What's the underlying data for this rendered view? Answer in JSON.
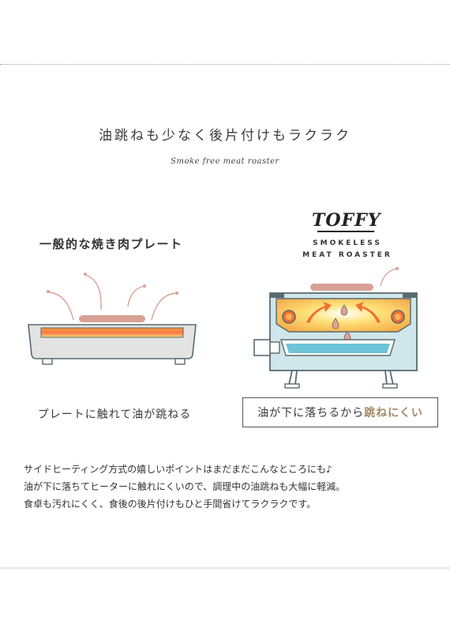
{
  "heading": "油跳ねも少なく後片付けもラクラク",
  "subheading": "Smoke free meat roaster",
  "left_panel": {
    "title": "一般的な焼き肉プレート",
    "caption": "プレートに触れて油が跳ねる"
  },
  "right_panel": {
    "brand_logo": "TOFFY",
    "brand_line1": "SMOKELESS",
    "brand_line2": "MEAT ROASTER",
    "caption_part1": "油が下に落ちるから",
    "caption_highlight": "跳ねにくい"
  },
  "body_lines": [
    "サイドヒーティング方式の嬉しいポイントはまだまだこんなところにも♪",
    "油が下に落ちてヒーターに触れにくいので、調理中の油跳ねも大幅に軽減。",
    "食卓も汚れにくく、食後の後片付けもひと手間省けてラクラクです。"
  ],
  "colors": {
    "meat": "#d9a195",
    "accent_brown": "#a38a68",
    "roaster_body": "#cfe6ea",
    "roaster_outline": "#5a6a70",
    "heat_orange": "#f39a38",
    "heat_yellow": "#ffe27a",
    "oil_tray_blue": "#6ec4d8",
    "plate_grey": "#e3e3e3"
  },
  "icons": [
    "oil-splash-icon",
    "heater-coil-icon",
    "heat-arrow-icon",
    "oil-drop-icon"
  ]
}
